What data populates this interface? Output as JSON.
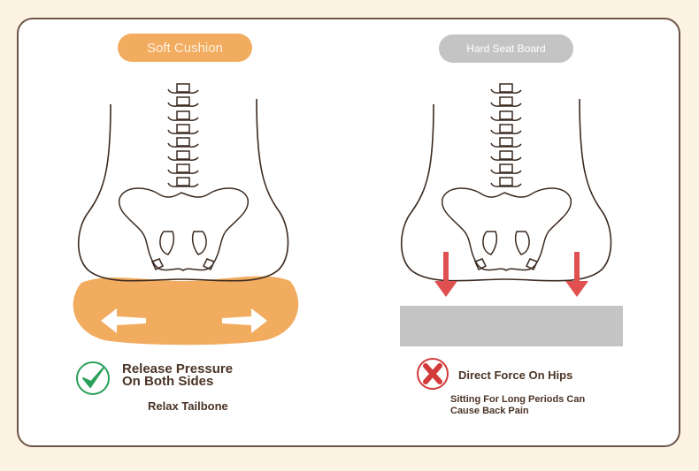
{
  "left_panel": {
    "label": "Soft Cushion",
    "headline": "Release Pressure On Both Sides",
    "subtext": "Relax Tailbone",
    "icon": "check-circle-icon",
    "accent": "#f2ac5f"
  },
  "right_panel": {
    "label": "Hard Seat Board",
    "headline": "Direct Force On Hips",
    "subtext": "Sitting For Long Periods Can Cause Back Pain",
    "icon": "x-circle-icon",
    "accent": "#c4c4c4"
  }
}
